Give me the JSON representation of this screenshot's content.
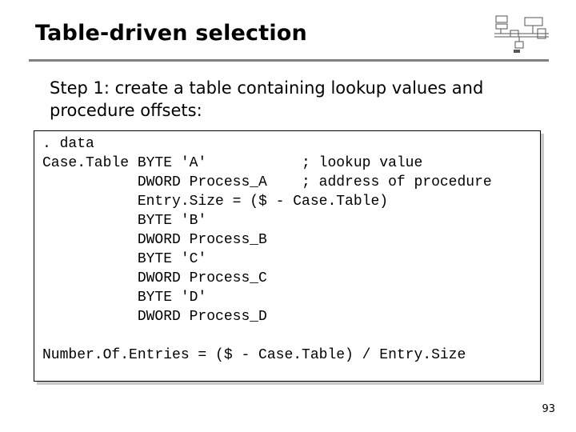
{
  "slide": {
    "title": "Table-driven selection",
    "step_text": "Step 1: create a table containing lookup values and procedure offsets:",
    "page_number": "93",
    "logo_icon": "computer-architecture-diagram-icon"
  },
  "code": {
    "lines": [
      ". data",
      "Case.Table BYTE 'A'           ; lookup value",
      "           DWORD Process_A    ; address of procedure",
      "           Entry.Size = ($ - Case.Table)",
      "           BYTE 'B'",
      "           DWORD Process_B",
      "           BYTE 'C'",
      "           DWORD Process_C",
      "           BYTE 'D'",
      "           DWORD Process_D",
      "",
      "Number.Of.Entries = ($ - Case.Table) / Entry.Size"
    ]
  },
  "colors": {
    "title_rule": "#808080",
    "box_border": "#000000",
    "box_shadow": "#c9c9c9"
  }
}
